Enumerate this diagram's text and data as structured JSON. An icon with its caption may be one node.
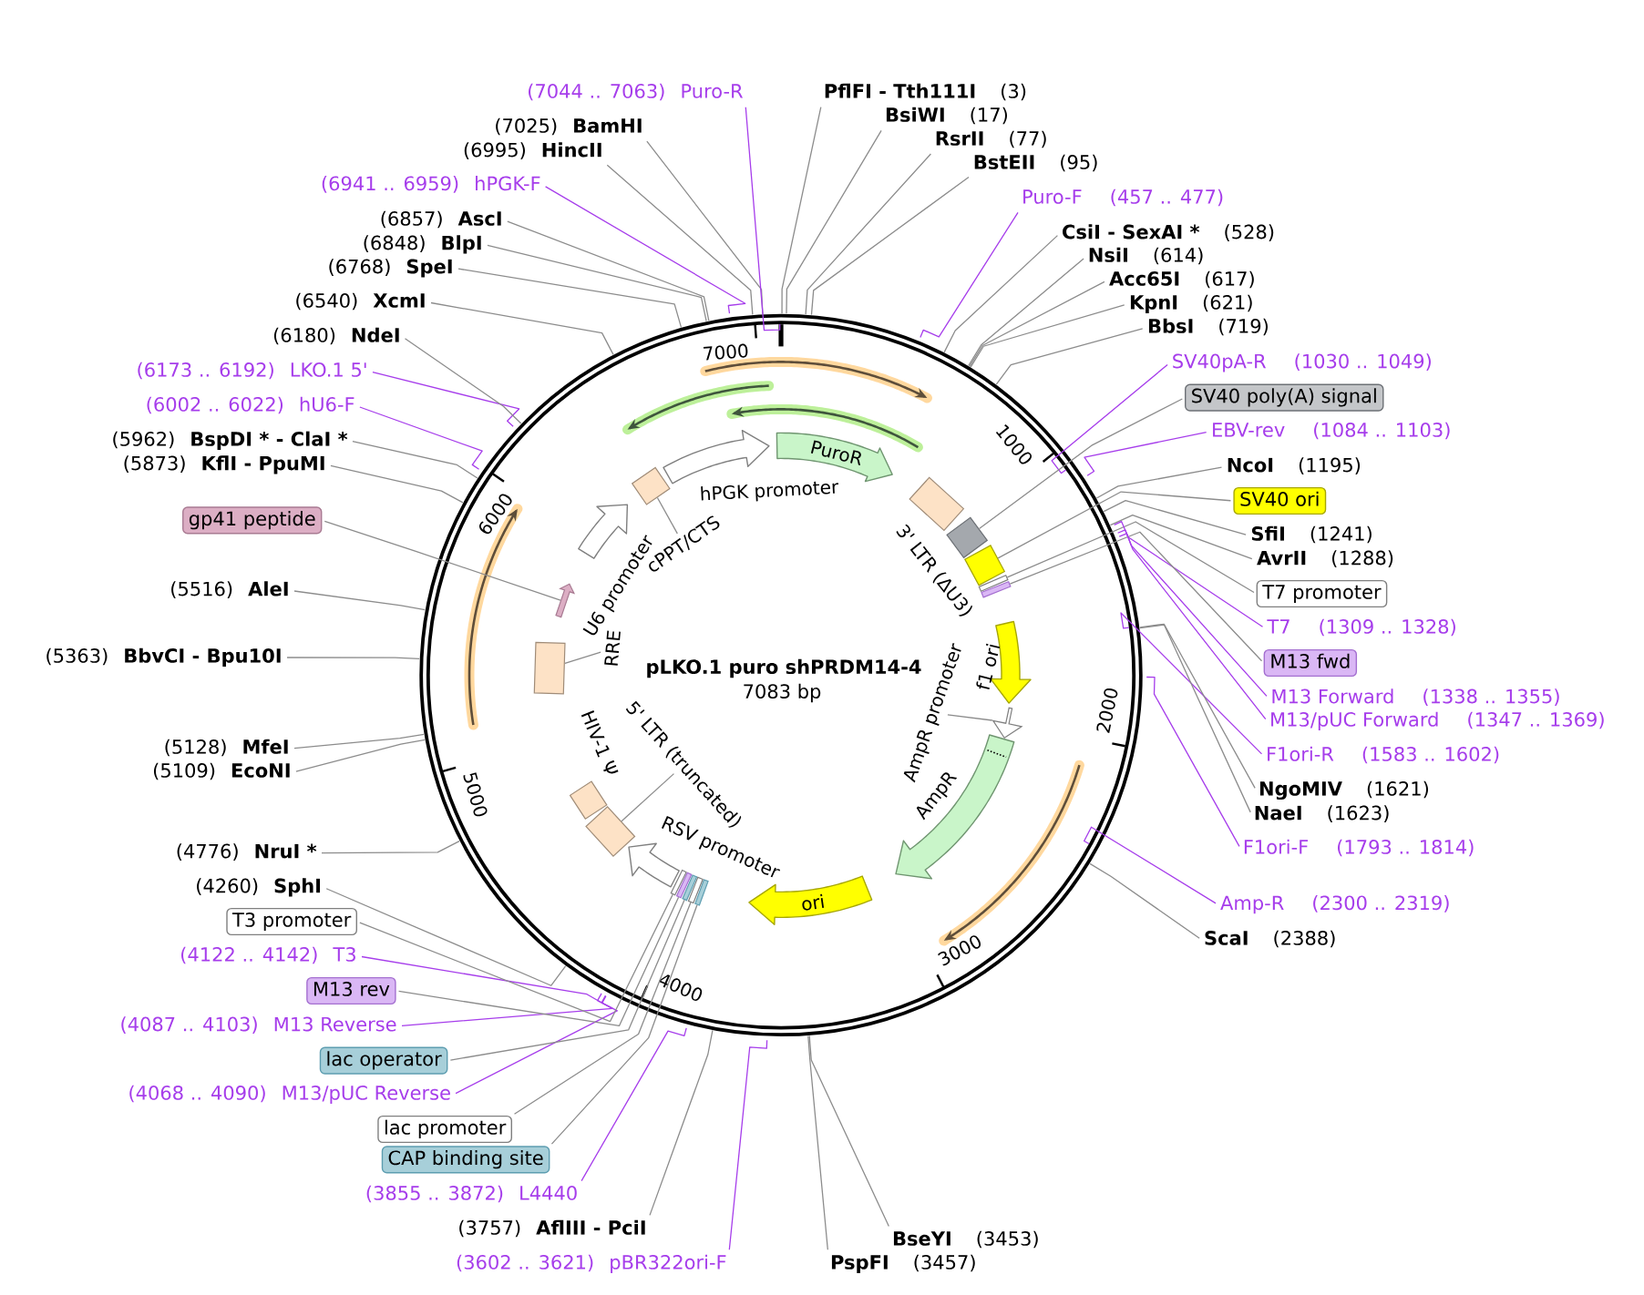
{
  "diagram": {
    "title": "pLKO.1 puro shPRDM14-4",
    "nodes": [
      {
        "text": [
          "PflFI - Tth111I",
          "(3)"
        ]
      },
      {
        "text": [
          "BsiWI",
          "(17)"
        ]
      },
      {
        "text": [
          "RsrII",
          "(77)"
        ]
      },
      {
        "text": [
          "BstEII",
          "(95)"
        ]
      },
      {
        "text": [
          "Puro-F",
          "(457 .. 477)"
        ]
      },
      {
        "text": [
          "CsiI - SexAI *",
          "(528)"
        ]
      },
      {
        "text": [
          "NsiI",
          "(614)"
        ]
      },
      {
        "text": [
          "Acc65I",
          "(617)"
        ]
      },
      {
        "text": [
          "KpnI",
          "(621)"
        ]
      },
      {
        "text": [
          "BbsI",
          "(719)"
        ]
      },
      {
        "text": [
          "SV40pA-R",
          "(1030 .. 1049)"
        ]
      },
      {
        "text": [
          "SV40 poly(A) signal"
        ]
      },
      {
        "text": [
          "EBV-rev",
          "(1084 .. 1103)"
        ]
      },
      {
        "text": [
          "NcoI",
          "(1195)"
        ]
      },
      {
        "text": [
          "SV40 ori"
        ]
      },
      {
        "text": [
          "SfiI",
          "(1241)"
        ]
      },
      {
        "text": [
          "AvrII",
          "(1288)"
        ]
      },
      {
        "text": [
          "T7 promoter"
        ]
      },
      {
        "text": [
          "T7",
          "(1309 .. 1328)"
        ]
      },
      {
        "text": [
          "M13 fwd"
        ]
      },
      {
        "text": [
          "M13 Forward",
          "(1338 .. 1355)"
        ]
      },
      {
        "text": [
          "M13/pUC Forward",
          "(1347 .. 1369)"
        ]
      },
      {
        "text": [
          "F1ori-R",
          "(1583 .. 1602)"
        ]
      },
      {
        "text": [
          "NgoMIV",
          "(1621)"
        ]
      },
      {
        "text": [
          "NaeI",
          "(1623)"
        ]
      },
      {
        "text": [
          "F1ori-F",
          "(1793 .. 1814)"
        ]
      },
      {
        "text": [
          "Amp-R",
          "(2300 .. 2319)"
        ]
      },
      {
        "text": [
          "ScaI",
          "(2388)"
        ]
      },
      {
        "text": [
          "BseYI",
          "(3453)"
        ]
      },
      {
        "text": [
          "PspFI",
          "(3457)"
        ]
      },
      {
        "text": [
          "(3602 .. 3621)",
          "pBR322ori-F"
        ]
      },
      {
        "text": [
          "(3757)",
          "AflIII - PciI"
        ]
      },
      {
        "text": [
          "(3855 .. 3872)",
          "L4440"
        ]
      },
      {
        "text": [
          "CAP binding site"
        ]
      },
      {
        "text": [
          "lac promoter"
        ]
      },
      {
        "text": [
          "(4068 .. 4090)",
          "M13/pUC Reverse"
        ]
      },
      {
        "text": [
          "lac operator"
        ]
      },
      {
        "text": [
          "(4087 .. 4103)",
          "M13 Reverse"
        ]
      },
      {
        "text": [
          "M13 rev"
        ]
      },
      {
        "text": [
          "(4122 .. 4142)",
          "T3"
        ]
      },
      {
        "text": [
          "T3 promoter"
        ]
      },
      {
        "text": [
          "(4260)",
          "SphI"
        ]
      },
      {
        "text": [
          "(4776)",
          "NruI *"
        ]
      },
      {
        "text": [
          "(5109)",
          "EcoNI"
        ]
      },
      {
        "text": [
          "(5128)",
          "MfeI"
        ]
      },
      {
        "text": [
          "(5363)",
          "BbvCI - Bpu10I"
        ]
      },
      {
        "text": [
          "(5516)",
          "AleI"
        ]
      },
      {
        "text": [
          "gp41 peptide"
        ]
      },
      {
        "text": [
          "(5873)",
          "KflI - PpuMI"
        ]
      },
      {
        "text": [
          "(5962)",
          "BspDI *",
          "- ClaI *"
        ]
      },
      {
        "text": [
          "(6002 .. 6022)",
          "hU6-F"
        ]
      },
      {
        "text": [
          "(6173 .. 6192)",
          "LKO.1 5'"
        ]
      },
      {
        "text": [
          "(6180)",
          "NdeI"
        ]
      },
      {
        "text": [
          "(6540)",
          "XcmI"
        ]
      },
      {
        "text": [
          "(6768)",
          "SpeI"
        ]
      },
      {
        "text": [
          "(6848)",
          "BlpI"
        ]
      },
      {
        "text": [
          "(6857)",
          "AscI"
        ]
      },
      {
        "text": [
          "(6941 .. 6959)",
          "hPGK-F"
        ]
      },
      {
        "text": [
          "(6995)",
          "HincII"
        ]
      },
      {
        "text": [
          "(7025)",
          "BamHI"
        ]
      },
      {
        "text": [
          "(7044 .. 7063)",
          "Puro-R"
        ]
      },
      {
        "text": [
          "PuroR"
        ]
      },
      {
        "text": [
          "3' LTR (ΔU3)"
        ]
      },
      {
        "text": [],
        "shape": "box"
      },
      {
        "text": [],
        "shape": "box"
      },
      {
        "text": [],
        "shape": "box"
      },
      {
        "text": [],
        "shape": "box"
      },
      {
        "text": [
          "f1 ori"
        ]
      },
      {
        "text": [],
        "shape": "arrow"
      },
      {
        "text": [
          "AmpR promoter"
        ]
      },
      {
        "text": [
          "AmpR"
        ]
      },
      {
        "text": [
          "ori"
        ]
      },
      {
        "text": [],
        "shape": "box"
      },
      {
        "text": [],
        "shape": "box"
      },
      {
        "text": [],
        "shape": "box"
      },
      {
        "text": [],
        "shape": "box"
      },
      {
        "text": [],
        "shape": "box"
      },
      {
        "text": [
          "RSV promoter"
        ]
      },
      {
        "text": [],
        "shape": "box"
      },
      {
        "text": [
          "5' LTR (truncated)"
        ]
      },
      {
        "text": [
          "HIV-1 Ψ"
        ]
      },
      {
        "text": [],
        "shape": "box"
      },
      {
        "text": [
          "RRE"
        ]
      },
      {
        "text": [],
        "shape": "arrow"
      },
      {
        "text": [
          "U6 promoter"
        ]
      },
      {
        "text": [],
        "shape": "box"
      },
      {
        "text": [
          "cPPT/CTS"
        ]
      },
      {
        "text": [
          "hPGK promoter"
        ]
      }
    ],
    "edges": [
      {
        "from": 0,
        "to": null,
        "arrow": "none"
      },
      {
        "from": 1,
        "to": null,
        "arrow": "none"
      },
      {
        "from": 2,
        "to": null,
        "arrow": "none"
      },
      {
        "from": 3,
        "to": null,
        "arrow": "none"
      },
      {
        "from": 4,
        "to": null,
        "arrow": "none",
        "color": "#a63deb"
      },
      {
        "from": 5,
        "to": null,
        "arrow": "none"
      },
      {
        "from": 6,
        "to": null,
        "arrow": "none"
      },
      {
        "from": 7,
        "to": null,
        "arrow": "none"
      },
      {
        "from": 8,
        "to": null,
        "arrow": "none"
      },
      {
        "from": 9,
        "to": null,
        "arrow": "none"
      },
      {
        "from": 10,
        "to": null,
        "arrow": "none",
        "color": "#a63deb"
      },
      {
        "from": 11,
        "to": 63,
        "arrow": "none"
      },
      {
        "from": 12,
        "to": null,
        "arrow": "none",
        "color": "#a63deb"
      },
      {
        "from": 13,
        "to": null,
        "arrow": "none"
      },
      {
        "from": 14,
        "to": 64,
        "arrow": "none"
      },
      {
        "from": 15,
        "to": null,
        "arrow": "none"
      },
      {
        "from": 16,
        "to": null,
        "arrow": "none"
      },
      {
        "from": 17,
        "to": 65,
        "arrow": "none"
      },
      {
        "from": 18,
        "to": null,
        "arrow": "none",
        "color": "#a63deb"
      },
      {
        "from": 19,
        "to": 66,
        "arrow": "none"
      },
      {
        "from": 20,
        "to": null,
        "arrow": "none",
        "color": "#a63deb"
      },
      {
        "from": 21,
        "to": null,
        "arrow": "none",
        "color": "#a63deb"
      },
      {
        "from": 22,
        "to": null,
        "arrow": "none",
        "color": "#a63deb"
      },
      {
        "from": 23,
        "to": null,
        "arrow": "none"
      },
      {
        "from": 24,
        "to": null,
        "arrow": "none"
      },
      {
        "from": 25,
        "to": null,
        "arrow": "none",
        "color": "#a63deb"
      },
      {
        "from": 26,
        "to": null,
        "arrow": "none",
        "color": "#a63deb"
      },
      {
        "from": 27,
        "to": null,
        "arrow": "none"
      },
      {
        "from": 28,
        "to": null,
        "arrow": "none"
      },
      {
        "from": 29,
        "to": null,
        "arrow": "none"
      },
      {
        "from": 30,
        "to": null,
        "arrow": "none",
        "color": "#a63deb"
      },
      {
        "from": 31,
        "to": null,
        "arrow": "none"
      },
      {
        "from": 32,
        "to": null,
        "arrow": "none",
        "color": "#a63deb"
      },
      {
        "from": 33,
        "to": 72,
        "arrow": "none"
      },
      {
        "from": 34,
        "to": 73,
        "arrow": "none"
      },
      {
        "from": 35,
        "to": null,
        "arrow": "none",
        "color": "#a63deb"
      },
      {
        "from": 36,
        "to": 74,
        "arrow": "none"
      },
      {
        "from": 37,
        "to": null,
        "arrow": "none",
        "color": "#a63deb"
      },
      {
        "from": 38,
        "to": 75,
        "arrow": "none"
      },
      {
        "from": 39,
        "to": null,
        "arrow": "none",
        "color": "#a63deb"
      },
      {
        "from": 40,
        "to": 76,
        "arrow": "none"
      },
      {
        "from": 41,
        "to": null,
        "arrow": "none"
      },
      {
        "from": 42,
        "to": null,
        "arrow": "none"
      },
      {
        "from": 43,
        "to": null,
        "arrow": "none"
      },
      {
        "from": 44,
        "to": null,
        "arrow": "none"
      },
      {
        "from": 45,
        "to": null,
        "arrow": "none"
      },
      {
        "from": 46,
        "to": null,
        "arrow": "none"
      },
      {
        "from": 47,
        "to": 83,
        "arrow": "none"
      },
      {
        "from": 48,
        "to": null,
        "arrow": "none"
      },
      {
        "from": 49,
        "to": null,
        "arrow": "none"
      },
      {
        "from": 50,
        "to": null,
        "arrow": "none",
        "color": "#a63deb"
      },
      {
        "from": 51,
        "to": null,
        "arrow": "none",
        "color": "#a63deb"
      },
      {
        "from": 52,
        "to": null,
        "arrow": "none"
      },
      {
        "from": 53,
        "to": null,
        "arrow": "none"
      },
      {
        "from": 54,
        "to": null,
        "arrow": "none"
      },
      {
        "from": 55,
        "to": null,
        "arrow": "none"
      },
      {
        "from": 56,
        "to": null,
        "arrow": "none"
      },
      {
        "from": 57,
        "to": null,
        "arrow": "none",
        "color": "#a63deb"
      },
      {
        "from": 58,
        "to": null,
        "arrow": "none"
      },
      {
        "from": 59,
        "to": null,
        "arrow": "none"
      },
      {
        "from": 60,
        "to": null,
        "arrow": "none",
        "color": "#a63deb"
      },
      {
        "from": 69,
        "to": 68,
        "arrow": "none"
      },
      {
        "from": 79,
        "to": 78,
        "arrow": "none"
      },
      {
        "from": 82,
        "to": 81,
        "arrow": "none"
      },
      {
        "from": 86,
        "to": 85,
        "arrow": "none"
      }
    ],
    "labels": [
      "7083 bp",
      "1000",
      "2000",
      "3000",
      "4000",
      "5000",
      "6000",
      "7000"
    ]
  }
}
